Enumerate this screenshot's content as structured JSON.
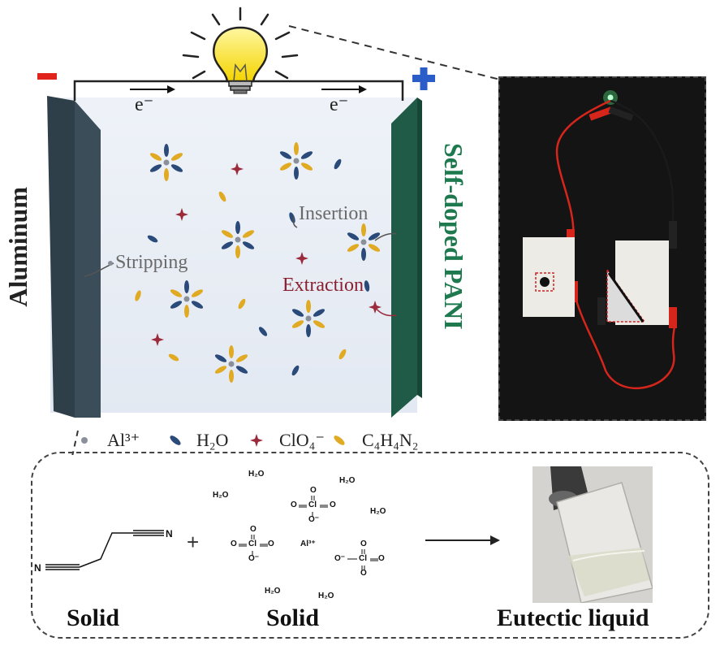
{
  "electrodes": {
    "left_name": "Aluminum",
    "right_name": "Self-doped PANI",
    "minus_sign": "−",
    "plus_sign": "+",
    "electron_left": "e⁻",
    "electron_right": "e⁻"
  },
  "processes": {
    "stripping": "Stripping",
    "insertion": "Insertion",
    "extraction": "Extraction"
  },
  "legend": {
    "al": "Al³⁺",
    "h2o": "H₂O",
    "clo4": "ClO₄⁻",
    "c4h4n2": "C₄H₄N₂"
  },
  "reaction": {
    "plus": "+",
    "nitrogen_left": "N",
    "nitrogen_right": "N",
    "al_center": "Al³⁺",
    "water": "H₂O",
    "cl": "Cl",
    "o": "O",
    "o_minus": "O⁻",
    "labels": {
      "solid1": "Solid",
      "solid2": "Solid",
      "eutectic": "Eutectic liquid"
    }
  },
  "colors": {
    "minus": "#e0241b",
    "plus": "#2a5dc8",
    "right_label": "#1e7a4e",
    "cell_bg": "#e9eef6",
    "left_electrode": "#2e3f4a",
    "right_electrode": "#1f5b46",
    "al_ion": "#8a8f9a",
    "h2o": "#2a4a7a",
    "clo4": "#9b2a3a",
    "pyr": "#e0aa22",
    "extraction_text": "#8a2030",
    "wire": "#d6261c"
  }
}
